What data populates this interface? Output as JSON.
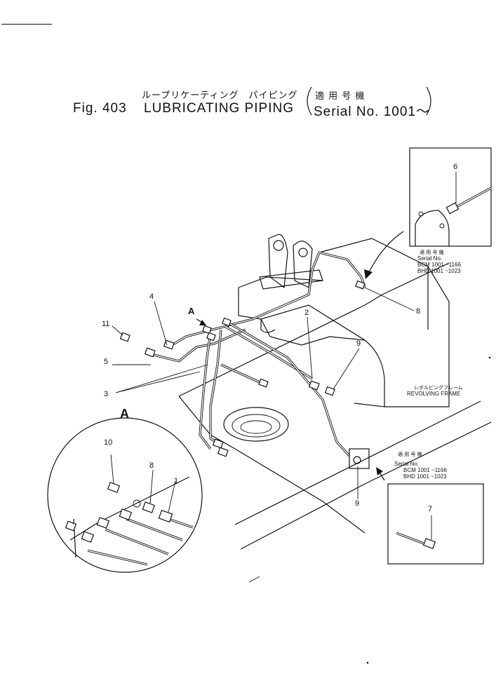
{
  "title": {
    "jp": "ループリケーティング　パイピング",
    "fig": "Fig. 403",
    "name": "LUBRICATING  PIPING",
    "jp_applicable": "適 用 号 機",
    "serial": "Serial No. 1001～"
  },
  "callouts": {
    "c1": "1",
    "c2": "2",
    "c3": "3",
    "c4": "4",
    "c5": "5",
    "c6": "6",
    "c7": "7",
    "c8a": "8",
    "c8b": "8",
    "c9a": "9",
    "c9b": "9",
    "c10": "10",
    "c11": "11"
  },
  "view_marker": {
    "label": "A",
    "arrow_label": "A"
  },
  "inset_top": {
    "jp": "適 用 号 機",
    "label": "Serial No.",
    "line1": "BCM 1001 ~1166",
    "line2": "BHD 1001 ~1023"
  },
  "inset_bottom": {
    "jp": "適 用 号 機",
    "label": "Serial No.",
    "line1": "BCM 1001 ~1166",
    "line2": "BHD 1001 ~1023"
  },
  "frame_label": {
    "jp": "レボルビングフレーム",
    "en": "REVOLVING FRAME"
  }
}
